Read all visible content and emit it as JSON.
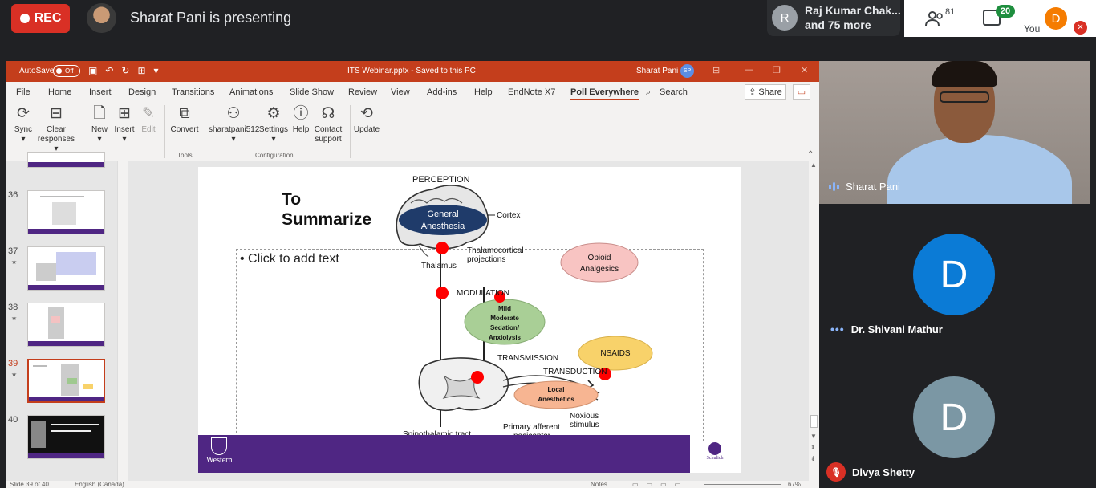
{
  "meet": {
    "rec_label": "REC",
    "presenting_text": "Sharat Pani is presenting",
    "participants_name": "Raj Kumar Chak...",
    "participants_more": "and 75 more",
    "people_count": "81",
    "chat_count": "20",
    "you_initial": "D",
    "you_label": "You",
    "avatar_initial_r": "R"
  },
  "ppt": {
    "autosave_label": "AutoSave",
    "autosave_state": "Off",
    "doc_title": "ITS Webinar.pptx - Saved to this PC",
    "user_name": "Sharat Pani",
    "user_initials": "SP",
    "menu": [
      "File",
      "Home",
      "Insert",
      "Design",
      "Transitions",
      "Animations",
      "Slide Show",
      "Review",
      "View",
      "Add-ins",
      "Help",
      "EndNote X7",
      "Poll Everywhere"
    ],
    "search_label": "Search",
    "share_label": "Share",
    "ribbon": {
      "sync": "Sync",
      "clear1": "Clear",
      "clear2": "responses",
      "new": "New",
      "insert": "Insert",
      "edit": "Edit",
      "convert": "Convert",
      "account": "sharatpani512",
      "settings": "Settings",
      "help": "Help",
      "contact1": "Contact",
      "contact2": "support",
      "update": "Update",
      "group_tools": "Tools",
      "group_config": "Configuration"
    },
    "thumb_numbers": [
      "36",
      "37",
      "38",
      "39",
      "40"
    ],
    "status_slide": "Slide 39 of 40",
    "status_lang": "English (Canada)",
    "status_notes": "Notes",
    "zoom": "67%"
  },
  "slide": {
    "title_line1": "To",
    "title_line2": "Summarize",
    "placeholder": "• Click to add text",
    "perception": "PERCEPTION",
    "general1": "General",
    "general2": "Anesthesia",
    "cortex": "Cortex",
    "thalamo1": "Thalamocortical",
    "thalamo2": "projections",
    "thalamus": "Thalamus",
    "modulation": "MODULATION",
    "mild1": "Mild",
    "mild2": "Moderate",
    "mild3": "Sedation/",
    "mild4": "Anxiolysis",
    "opioid1": "Opioid",
    "opioid2": "Analgesics",
    "nsaids": "NSAIDS",
    "transmission": "TRANSMISSION",
    "transduction": "TRANSDUCTION",
    "local1": "Local",
    "local2": "Anesthetics",
    "noxious1": "Noxious",
    "noxious2": "stimulus",
    "primary1": "Primary afferent",
    "primary2": "nociceptor",
    "spino": "Spinothalamic tract",
    "western": "Western",
    "schulich": "Schulich"
  },
  "tiles": {
    "presenter_name": "Sharat Pani",
    "p2_initial": "D",
    "p2_name": "Dr. Shivani Mathur",
    "p3_initial": "D",
    "p3_name": "Divya Shetty"
  },
  "colors": {
    "ppt_accent": "#c43e1c",
    "western_purple": "#4f2683",
    "rec_red": "#d93025",
    "avatar_blue": "#0b7bd6",
    "avatar_grey": "#7b97a4",
    "marker_red": "#ff0000"
  }
}
